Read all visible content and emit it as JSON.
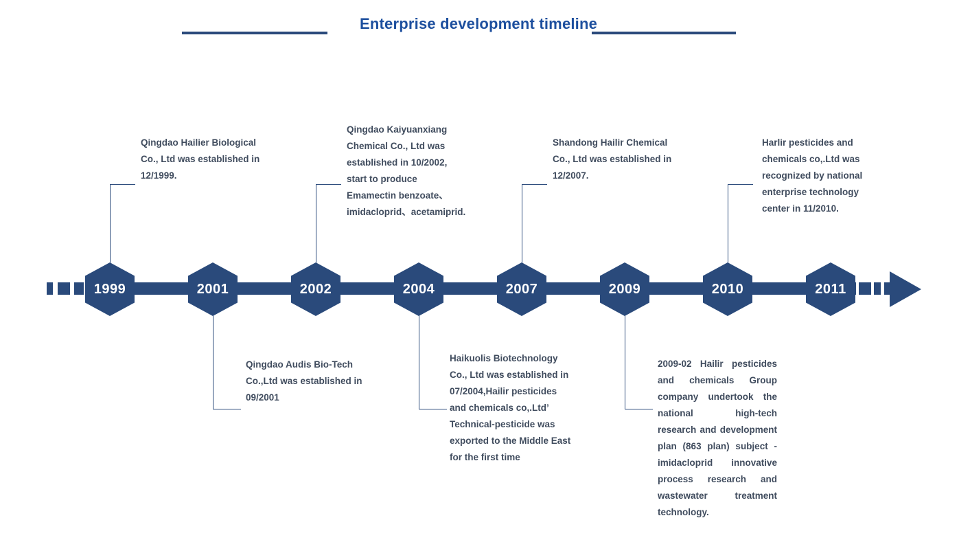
{
  "header": {
    "title": "Enterprise development timeline"
  },
  "colors": {
    "navy": "#2a4a7b",
    "title_blue": "#1d4f9e",
    "body_text": "#404c5e",
    "year_text": "#ffffff"
  },
  "timeline": {
    "direction": "left-to-right",
    "events": [
      {
        "year": "1999",
        "side": "top",
        "lines": [
          "Qingdao Hailier Biological",
          "Co., Ltd was established in",
          "12/1999."
        ]
      },
      {
        "year": "2001",
        "side": "bottom",
        "lines": [
          "Qingdao Audis Bio-Tech",
          "Co.,Ltd was established in",
          "09/2001"
        ]
      },
      {
        "year": "2002",
        "side": "top",
        "lines": [
          "Qingdao Kaiyuanxiang",
          "Chemical Co., Ltd was",
          "established in 10/2002,",
          "start to produce",
          "Emamectin benzoate、",
          "imidacloprid、acetamiprid."
        ]
      },
      {
        "year": "2004",
        "side": "bottom",
        "lines": [
          "Haikuolis Biotechnology",
          "Co., Ltd was established in",
          "07/2004,Hailir pesticides",
          "and chemicals co,.Ltd’",
          "Technical-pesticide was",
          "exported to the Middle East",
          "for the first time"
        ]
      },
      {
        "year": "2007",
        "side": "top",
        "lines": [
          "Shandong Hailir Chemical",
          "Co., Ltd was established in",
          "12/2007."
        ]
      },
      {
        "year": "2009",
        "side": "bottom",
        "lines": [
          "2009-02 Hailir pesticides",
          "and chemicals Group",
          "company undertook the",
          "national high-tech",
          "research and development",
          "plan (863 plan) subject -",
          "imidacloprid innovative",
          "process research and",
          "wastewater treatment",
          "technology."
        ]
      },
      {
        "year": "2010",
        "side": "top",
        "lines": [
          "Harlir pesticides and",
          "chemicals co,.Ltd was",
          "recognized by national",
          "enterprise technology",
          "center in 11/2010."
        ]
      },
      {
        "year": "2011",
        "side": "none",
        "lines": []
      }
    ]
  }
}
